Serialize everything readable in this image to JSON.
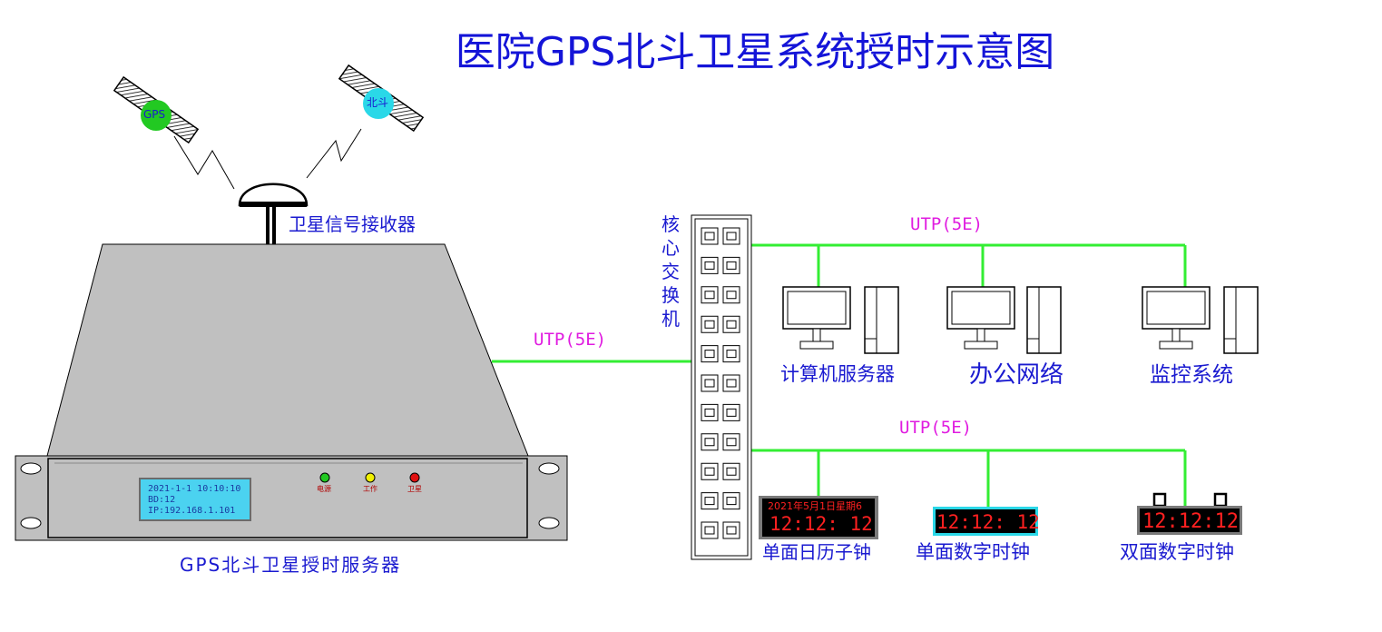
{
  "title": "医院GPS北斗卫星系统授时示意图",
  "satellites": {
    "gps": "GPS",
    "beidou": "北斗"
  },
  "receiver_label": "卫星信号接收器",
  "server": {
    "label": "GPS北斗卫星授时服务器",
    "lcd_lines": [
      "2021-1-1 10:10:10",
      "BD:12",
      "IP:192.168.1.101"
    ],
    "leds": [
      {
        "label": "电源",
        "color": "#22c922"
      },
      {
        "label": "工作",
        "color": "#f0f000"
      },
      {
        "label": "卫星",
        "color": "#e01010"
      }
    ]
  },
  "switch_label": [
    "核",
    "心",
    "交",
    "换",
    "机"
  ],
  "cables": {
    "server_link": "UTP(5E)",
    "top_bus": "UTP(5E)",
    "bottom_bus": "UTP(5E)"
  },
  "network_devices": [
    {
      "label": "计算机服务器"
    },
    {
      "label": "办公网络"
    },
    {
      "label": "监控系统"
    }
  ],
  "clocks": [
    {
      "label": "单面日历子钟",
      "date_text": "2021年5月1日星期6",
      "time": "12:12: 12"
    },
    {
      "label": "单面数字时钟",
      "time": "12:12: 12"
    },
    {
      "label": "双面数字时钟",
      "time": "12:12:12"
    }
  ],
  "colors": {
    "title": "#1414d8",
    "labels": "#1a1ad0",
    "cable_text": "#e01ce0",
    "cable": "#33ee33",
    "lcd": "#4bd2f0"
  }
}
